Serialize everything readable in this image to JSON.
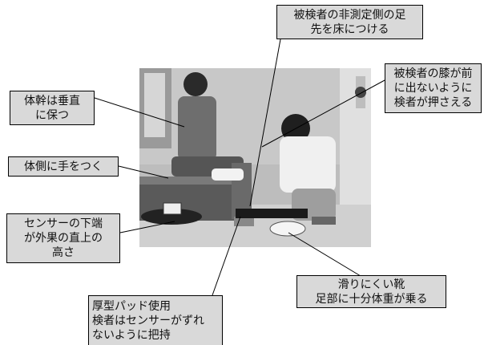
{
  "labels": {
    "top_center": "被検者の非測定側の足\n先を床につける",
    "top_left": "体幹は垂直\nに保つ",
    "right_top": "被検者の膝が前\nに出ないように\n検者が押さえる",
    "left_middle": "体側に手をつく",
    "left_bottom": "センサーの下端\nが外果の直上の\n高さ",
    "bottom_right": "滑りにくい靴\n足部に十分体重が乗る",
    "bottom_center": "厚型パッド使用\n検者はセンサーがずれ\nないように把持"
  },
  "colors": {
    "label_bg": "#d9d9d9",
    "label_border": "#000000",
    "line": "#000000"
  }
}
